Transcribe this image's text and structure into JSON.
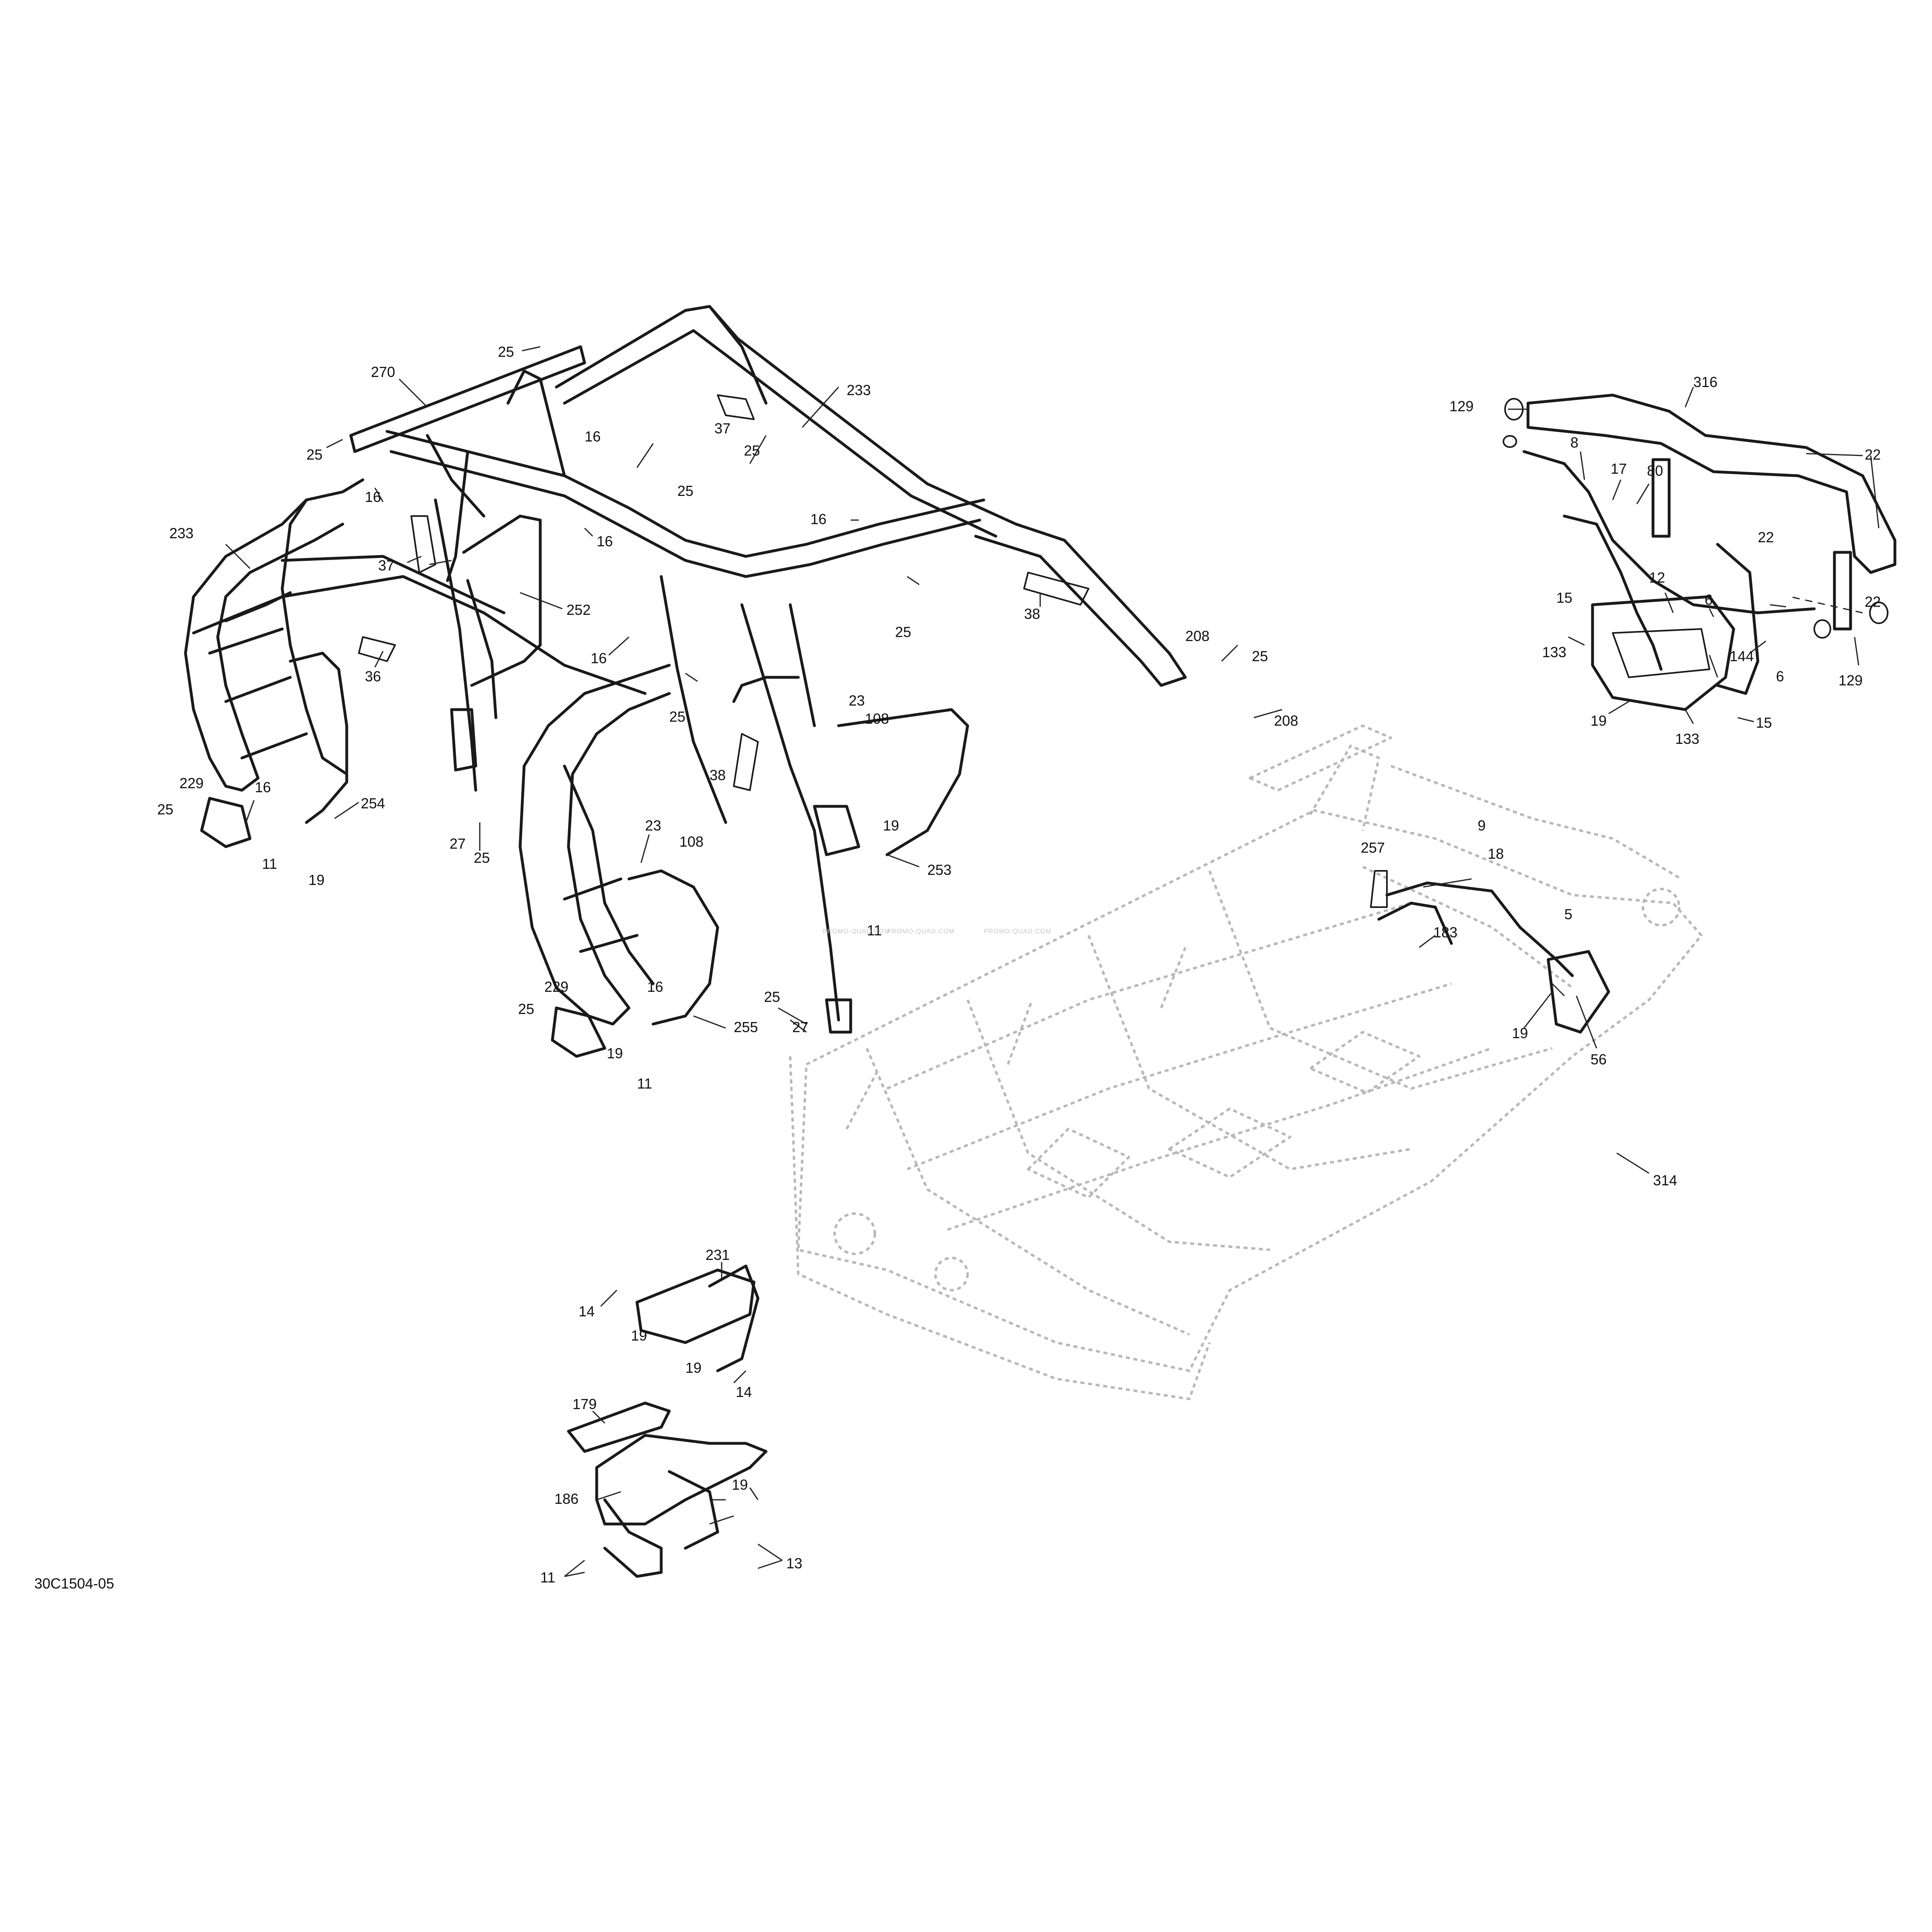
{
  "diagram": {
    "reference_code": "30C1504-05",
    "watermark": "PROMO-QUAD.COM",
    "callouts": [
      {
        "id": "c270",
        "text": "270"
      },
      {
        "id": "c25a",
        "text": "25"
      },
      {
        "id": "c25b",
        "text": "25"
      },
      {
        "id": "c16a",
        "text": "16"
      },
      {
        "id": "c37a",
        "text": "37"
      },
      {
        "id": "c25c",
        "text": "25"
      },
      {
        "id": "c233a",
        "text": "233"
      },
      {
        "id": "c25d",
        "text": "25"
      },
      {
        "id": "c16b",
        "text": "16"
      },
      {
        "id": "c16c",
        "text": "16"
      },
      {
        "id": "c233b",
        "text": "233"
      },
      {
        "id": "c16d",
        "text": "16"
      },
      {
        "id": "c37b",
        "text": "37"
      },
      {
        "id": "c252",
        "text": "252"
      },
      {
        "id": "c36",
        "text": "36"
      },
      {
        "id": "c16e",
        "text": "16"
      },
      {
        "id": "c25e",
        "text": "25"
      },
      {
        "id": "c25f",
        "text": "25"
      },
      {
        "id": "c38a",
        "text": "38"
      },
      {
        "id": "c208a",
        "text": "208"
      },
      {
        "id": "c25g",
        "text": "25"
      },
      {
        "id": "c208b",
        "text": "208"
      },
      {
        "id": "c23a",
        "text": "23"
      },
      {
        "id": "c108a",
        "text": "108"
      },
      {
        "id": "c38b",
        "text": "38"
      },
      {
        "id": "c229a",
        "text": "229"
      },
      {
        "id": "c16f",
        "text": "16"
      },
      {
        "id": "c25h",
        "text": "25"
      },
      {
        "id": "c254",
        "text": "254"
      },
      {
        "id": "c11a",
        "text": "11"
      },
      {
        "id": "c19a",
        "text": "19"
      },
      {
        "id": "c27a",
        "text": "27"
      },
      {
        "id": "c25i",
        "text": "25"
      },
      {
        "id": "c23b",
        "text": "23"
      },
      {
        "id": "c108b",
        "text": "108"
      },
      {
        "id": "c19b",
        "text": "19"
      },
      {
        "id": "c253",
        "text": "253"
      },
      {
        "id": "c11b",
        "text": "11"
      },
      {
        "id": "c229b",
        "text": "229"
      },
      {
        "id": "c16g",
        "text": "16"
      },
      {
        "id": "c25j",
        "text": "25"
      },
      {
        "id": "c25k",
        "text": "25"
      },
      {
        "id": "c27b",
        "text": "27"
      },
      {
        "id": "c255",
        "text": "255"
      },
      {
        "id": "c19c",
        "text": "19"
      },
      {
        "id": "c11c",
        "text": "11"
      },
      {
        "id": "c129a",
        "text": "129"
      },
      {
        "id": "c316",
        "text": "316"
      },
      {
        "id": "c8",
        "text": "8"
      },
      {
        "id": "c17",
        "text": "17"
      },
      {
        "id": "c80",
        "text": "80"
      },
      {
        "id": "c22a",
        "text": "22"
      },
      {
        "id": "c22b",
        "text": "22"
      },
      {
        "id": "c22c",
        "text": "22"
      },
      {
        "id": "c12",
        "text": "12"
      },
      {
        "id": "c6a",
        "text": "6"
      },
      {
        "id": "c15a",
        "text": "15"
      },
      {
        "id": "c133a",
        "text": "133"
      },
      {
        "id": "c144",
        "text": "144"
      },
      {
        "id": "c6b",
        "text": "6"
      },
      {
        "id": "c129b",
        "text": "129"
      },
      {
        "id": "c19d",
        "text": "19"
      },
      {
        "id": "c15b",
        "text": "15"
      },
      {
        "id": "c133b",
        "text": "133"
      },
      {
        "id": "c9",
        "text": "9"
      },
      {
        "id": "c257",
        "text": "257"
      },
      {
        "id": "c18",
        "text": "18"
      },
      {
        "id": "c5",
        "text": "5"
      },
      {
        "id": "c183",
        "text": "183"
      },
      {
        "id": "c19e",
        "text": "19"
      },
      {
        "id": "c56",
        "text": "56"
      },
      {
        "id": "c314",
        "text": "314"
      },
      {
        "id": "c231",
        "text": "231"
      },
      {
        "id": "c14a",
        "text": "14"
      },
      {
        "id": "c19f",
        "text": "19"
      },
      {
        "id": "c19g",
        "text": "19"
      },
      {
        "id": "c14b",
        "text": "14"
      },
      {
        "id": "c179",
        "text": "179"
      },
      {
        "id": "c186",
        "text": "186"
      },
      {
        "id": "c19h",
        "text": "19"
      },
      {
        "id": "c11d",
        "text": "11"
      },
      {
        "id": "c13",
        "text": "13"
      }
    ]
  }
}
